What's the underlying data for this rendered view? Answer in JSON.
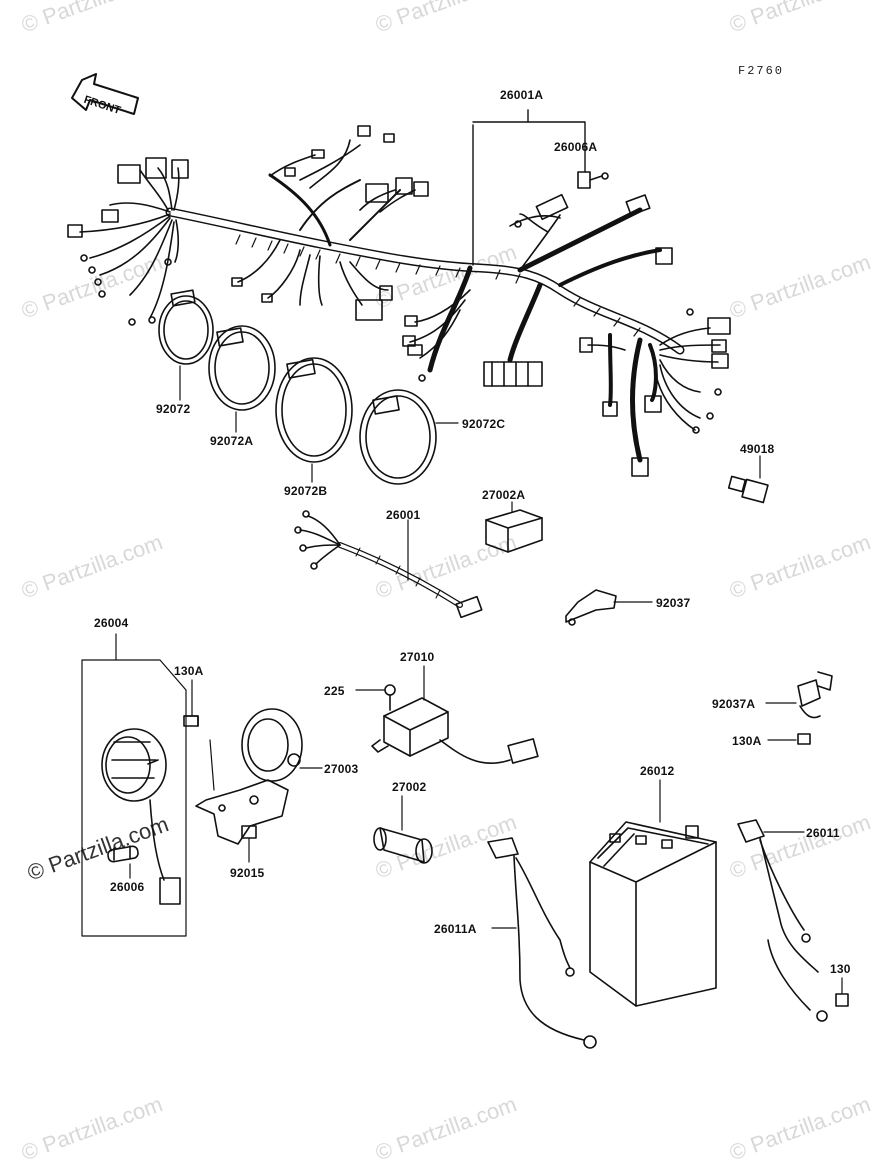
{
  "diagram_code": "F2760",
  "front_label": "FRONT",
  "watermark": "© Partzilla.com",
  "parts": {
    "p26001A": "26001A",
    "p26006A": "26006A",
    "p92072": "92072",
    "p92072A": "92072A",
    "p92072B": "92072B",
    "p92072C": "92072C",
    "p49018": "49018",
    "p27002A": "27002A",
    "p26001": "26001",
    "p92037": "92037",
    "p26004": "26004",
    "p130A_top": "130A",
    "p27010": "27010",
    "p225": "225",
    "p92037A": "92037A",
    "p130A_right": "130A",
    "p27003": "27003",
    "p27002": "27002",
    "p26012": "26012",
    "p26011": "26011",
    "p92015": "92015",
    "p26006": "26006",
    "p26011A": "26011A",
    "p130": "130"
  },
  "colors": {
    "line": "#111111",
    "watermark_light": "#d8d8d8",
    "watermark_dark": "#333333"
  }
}
